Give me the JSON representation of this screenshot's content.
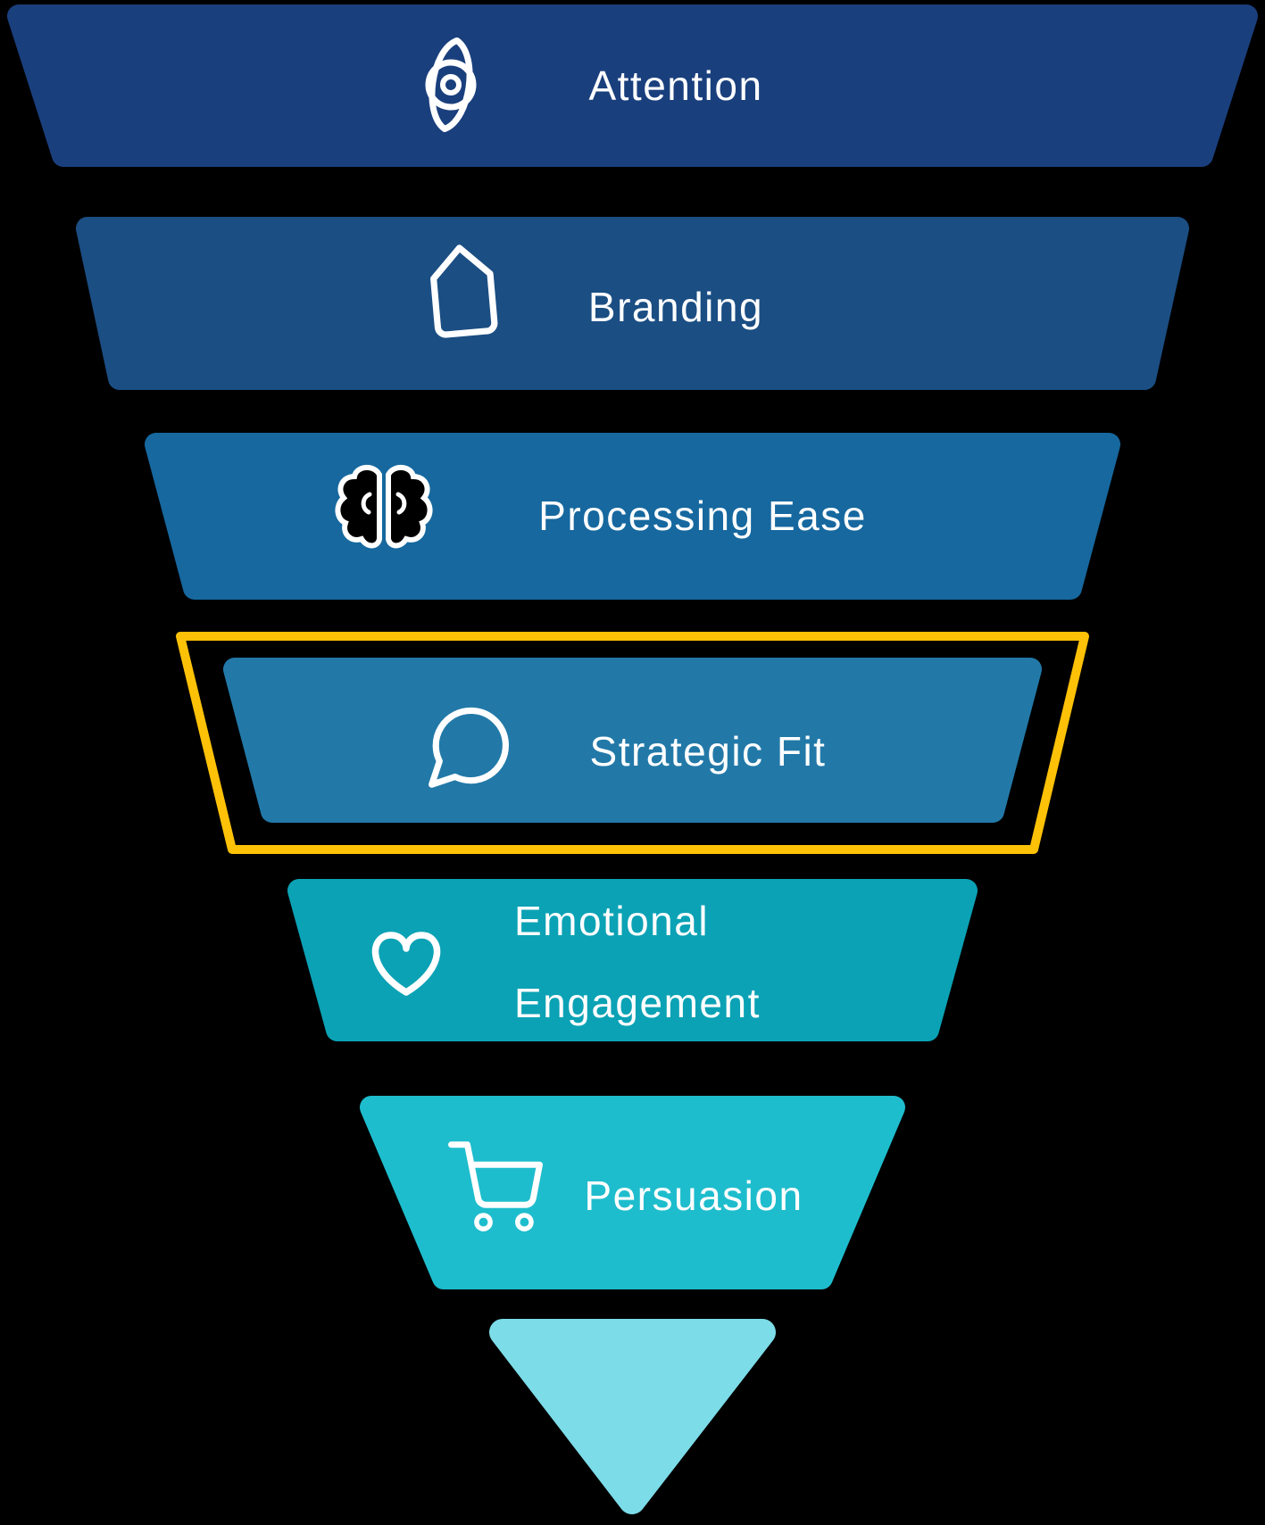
{
  "background_color": "#000000",
  "text_color": "#FFFFFF",
  "highlight_color": "#FDC107",
  "funnel": {
    "stages": [
      {
        "label": "Attention",
        "icon": "eye-icon",
        "color": "#1A3F7D",
        "highlighted": false
      },
      {
        "label": "Branding",
        "icon": "tag-icon",
        "color": "#1B4E83",
        "highlighted": false
      },
      {
        "label": "Processing Ease",
        "icon": "brain-icon",
        "color": "#16689F",
        "highlighted": false
      },
      {
        "label": "Strategic Fit",
        "icon": "speech-bubble-icon",
        "color": "#2279A8",
        "highlighted": true
      },
      {
        "label": "Emotional Engagement",
        "lines": [
          "Emotional",
          "Engagement"
        ],
        "icon": "heart-icon",
        "color": "#0BA2B5",
        "highlighted": false
      },
      {
        "label": "Persuasion",
        "icon": "shopping-cart-icon",
        "color": "#1EBDCD",
        "highlighted": false
      }
    ],
    "tip_color": "#7CDCE8"
  }
}
